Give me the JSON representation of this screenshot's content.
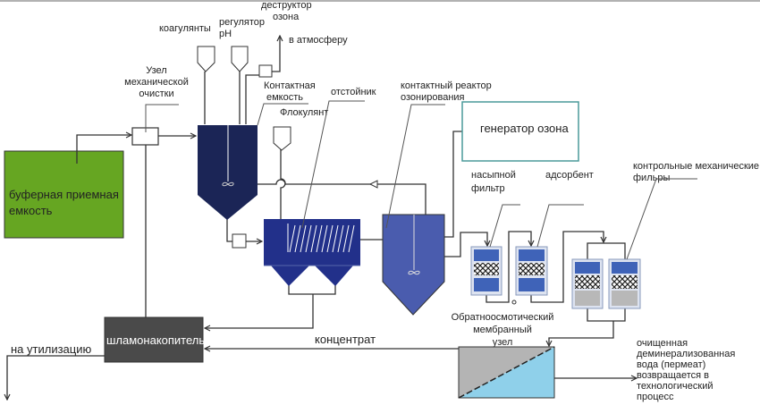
{
  "labels": {
    "coagulants": "коагулянты",
    "ph_regulator_1": "регулятор",
    "ph_regulator_2": "pH",
    "ozone_destructor_1": "деструктор",
    "ozone_destructor_2": "озона",
    "to_atmosphere": "в атмосферу",
    "mech_unit_1": "Узел",
    "mech_unit_2": "механической",
    "mech_unit_3": "очистки",
    "contact_tank_1": "Контактная",
    "contact_tank_2": "емкость",
    "flocculant": "Флокулянт",
    "settler": "отстойник",
    "ozone_reactor_1": "контактный реактор",
    "ozone_reactor_2": "озонирования",
    "ozone_generator": "генератор озона",
    "bulk_filter_1": "насыпной",
    "bulk_filter_2": "фильтр",
    "adsorbent": "адсорбент",
    "control_filters_1": "контрольные механические",
    "control_filters_2": "фильры",
    "buffer_tank_1": "буферная приемная",
    "buffer_tank_2": "емкость",
    "sludge_tank": "шламонакопитель",
    "to_disposal": "на утилизацию",
    "concentrate": "концентрат",
    "ro_unit_1": "Обратноосмотический",
    "ro_unit_2": "мембранный",
    "ro_unit_3": "узел",
    "permeate_1": "очищенная",
    "permeate_2": "деминерализованная",
    "permeate_3": "вода (пермеат)",
    "permeate_4": "возвращается в",
    "permeate_5": "технологический",
    "permeate_6": "процесс"
  },
  "colors": {
    "buffer_tank": "#66a622",
    "contact_tank": "#1b2556",
    "settler": "#22308a",
    "ozone_reactor": "#4a5cae",
    "filter_blue": "#3f63b8",
    "filter_grey": "#b8b8b8",
    "sludge_tank": "#4a4a4a",
    "generator_border": "#4a9a9a",
    "ro_permeate": "#8fd0ea",
    "ro_concentrate": "#b4b4b4"
  }
}
